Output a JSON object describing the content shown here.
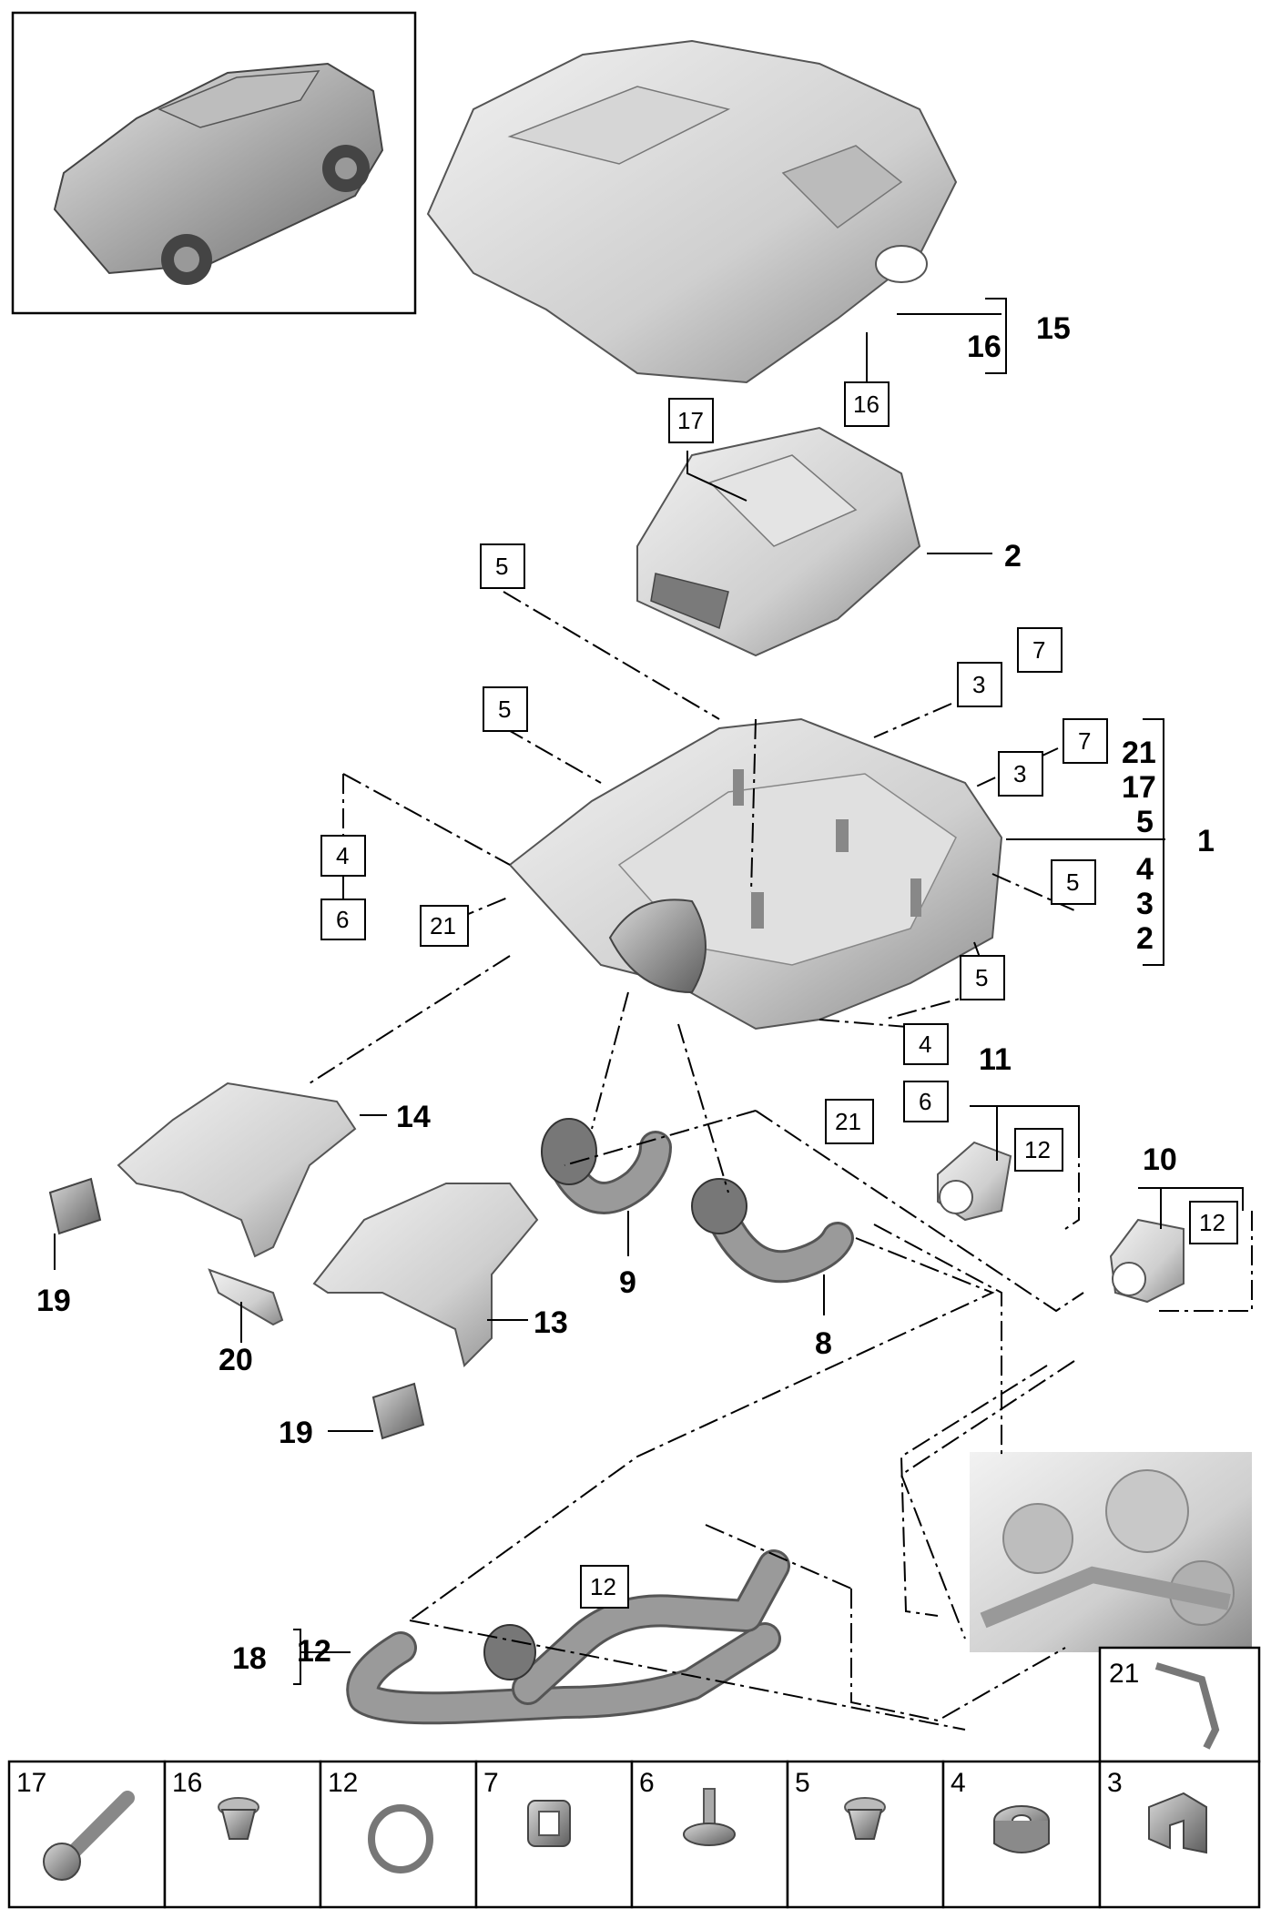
{
  "callouts": {
    "c1": "1",
    "c2": "2",
    "c8": "8",
    "c9": "9",
    "c10": "10",
    "c11": "11",
    "c13": "13",
    "c14": "14",
    "c15": "15",
    "c16": "16",
    "c18": "18",
    "c12": "12",
    "c19a": "19",
    "c19b": "19",
    "c20": "20"
  },
  "group_1": [
    "21",
    "17",
    "5",
    "4",
    "3",
    "2"
  ],
  "boxes": {
    "b16": "16",
    "b17": "17",
    "b5a": "5",
    "b5b": "5",
    "b5c": "5",
    "b5d": "5",
    "b7a": "7",
    "b3a": "3",
    "b7b": "7",
    "b3b": "3",
    "b4a": "4",
    "b6a": "6",
    "b21a": "21",
    "b4b": "4",
    "b6b": "6",
    "b21b": "21",
    "b12a": "12",
    "b12b": "12",
    "b12c": "12"
  },
  "small_parts": [
    {
      "label": "17",
      "icon": "bolt-icon"
    },
    {
      "label": "16",
      "icon": "grommet-icon"
    },
    {
      "label": "12",
      "icon": "seal-ring-icon"
    },
    {
      "label": "7",
      "icon": "clip-icon"
    },
    {
      "label": "6",
      "icon": "stud-icon"
    },
    {
      "label": "5",
      "icon": "grommet-icon"
    },
    {
      "label": "4",
      "icon": "bushing-icon"
    },
    {
      "label": "3",
      "icon": "bracket-icon"
    }
  ],
  "inset_21": "21"
}
